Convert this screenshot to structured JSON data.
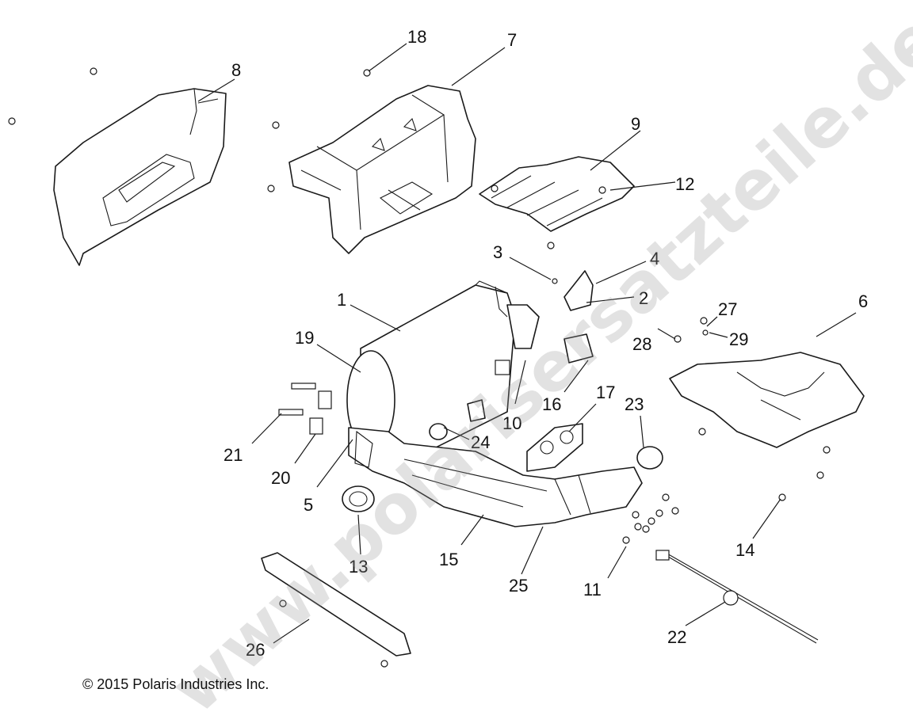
{
  "copyright": "© 2015 Polaris Industries Inc.",
  "watermark": "www.polarisersatzteile.de",
  "callouts": [
    "1",
    "2",
    "3",
    "4",
    "5",
    "6",
    "7",
    "8",
    "9",
    "10",
    "11",
    "12",
    "13",
    "14",
    "15",
    "16",
    "17",
    "18",
    "19",
    "20",
    "21",
    "22",
    "23",
    "24",
    "25",
    "26",
    "27",
    "28",
    "29"
  ]
}
